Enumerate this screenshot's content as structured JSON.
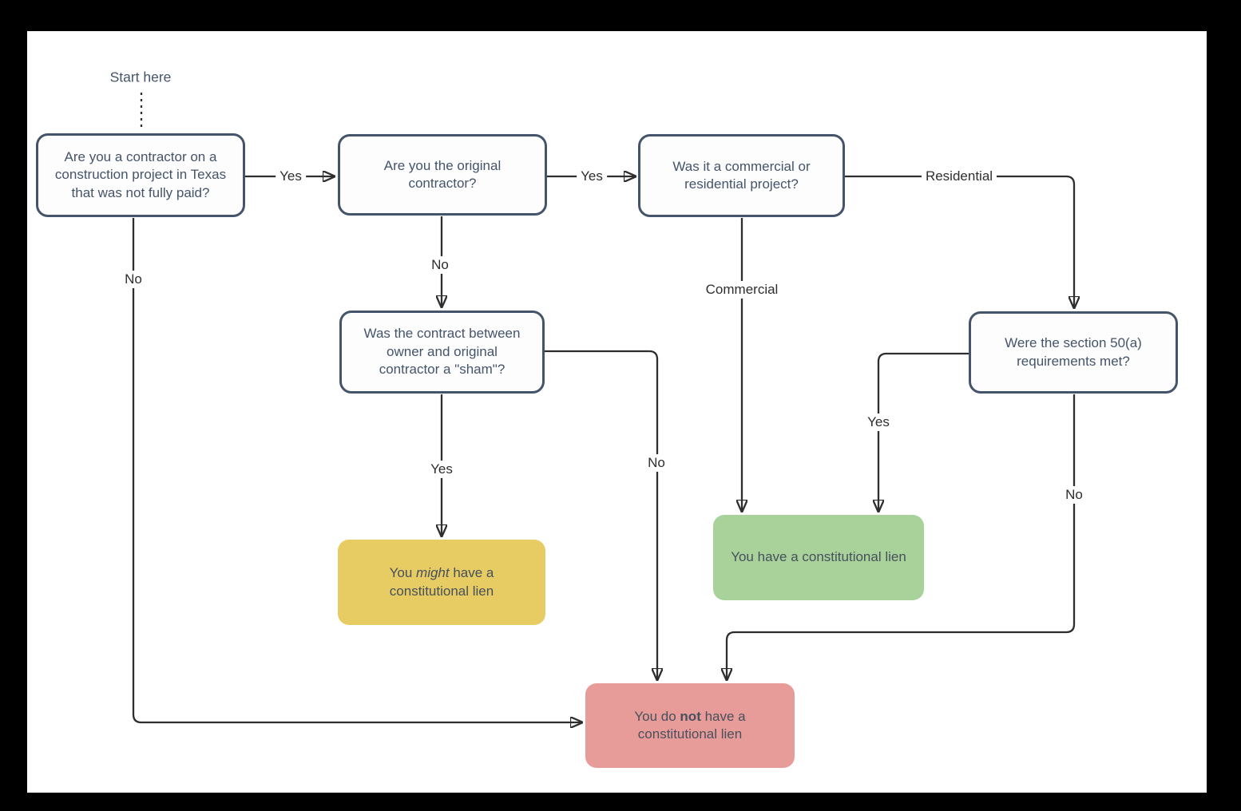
{
  "labels": {
    "start": "Start here",
    "yes_q1_q2": "Yes",
    "yes_q2_q3": "Yes",
    "residential": "Residential",
    "commercial": "Commercial",
    "no_q1": "No",
    "no_q2": "No",
    "yes_sham": "Yes",
    "no_sham": "No",
    "yes_50a": "Yes",
    "no_50a": "No"
  },
  "nodes": {
    "q_texas": "Are you a contractor on a construction project in Texas that was not fully paid?",
    "q_original": "Are you the original contractor?",
    "q_project_type": "Was it a commercial or residential project?",
    "q_sham": "Was the contract between owner and original contractor a \"sham\"?",
    "q_50a": "Were the section 50(a) requirements met?",
    "might_pre": "You ",
    "might_em": "might",
    "might_post": " have a constitutional lien",
    "have_lien": "You have a constitutional lien",
    "not_pre": "You do ",
    "not_strong": "not",
    "not_post": " have a constitutional lien"
  },
  "colors": {
    "decision_border": "#44546a",
    "decision_text": "#44546a",
    "connector_line": "#2e2e2e",
    "result_yellow": "#e6cc62",
    "result_green": "#a8d29a",
    "result_red": "#e89c99",
    "canvas_background": "#ffffff",
    "frame_background": "#000000"
  }
}
